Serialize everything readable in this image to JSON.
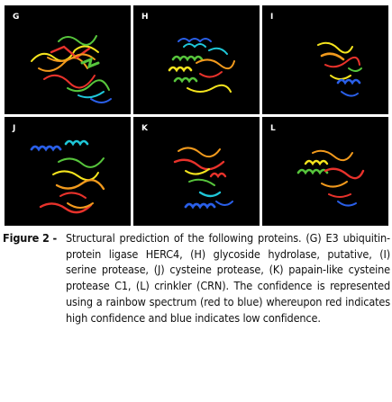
{
  "figure": {
    "panels": [
      {
        "letter": "G",
        "icon": "protein-structure-render"
      },
      {
        "letter": "H",
        "icon": "protein-structure-render"
      },
      {
        "letter": "I",
        "icon": "protein-structure-render"
      },
      {
        "letter": "J",
        "icon": "protein-structure-render"
      },
      {
        "letter": "K",
        "icon": "protein-structure-render"
      },
      {
        "letter": "L",
        "icon": "protein-structure-render"
      }
    ],
    "colors": {
      "background": "#000000",
      "red": "#e8322b",
      "orange": "#f29a1d",
      "yellow": "#f5e41e",
      "green": "#57c53c",
      "cyan": "#1fc7d8",
      "blue": "#2a5fe8"
    }
  },
  "caption": {
    "label": "Figure 2 -",
    "text": "Structural prediction of the following proteins. (G) E3 ubiquitin-protein ligase HERC4, (H) glycoside hydrolase, putative, (I) serine protease, (J) cysteine protease, (K) papain-like cysteine protease C1, (L) crinkler (CRN). The confidence is represented using a rainbow spectrum (red to blue) whereupon red indicates high confidence and blue indicates low confidence."
  }
}
